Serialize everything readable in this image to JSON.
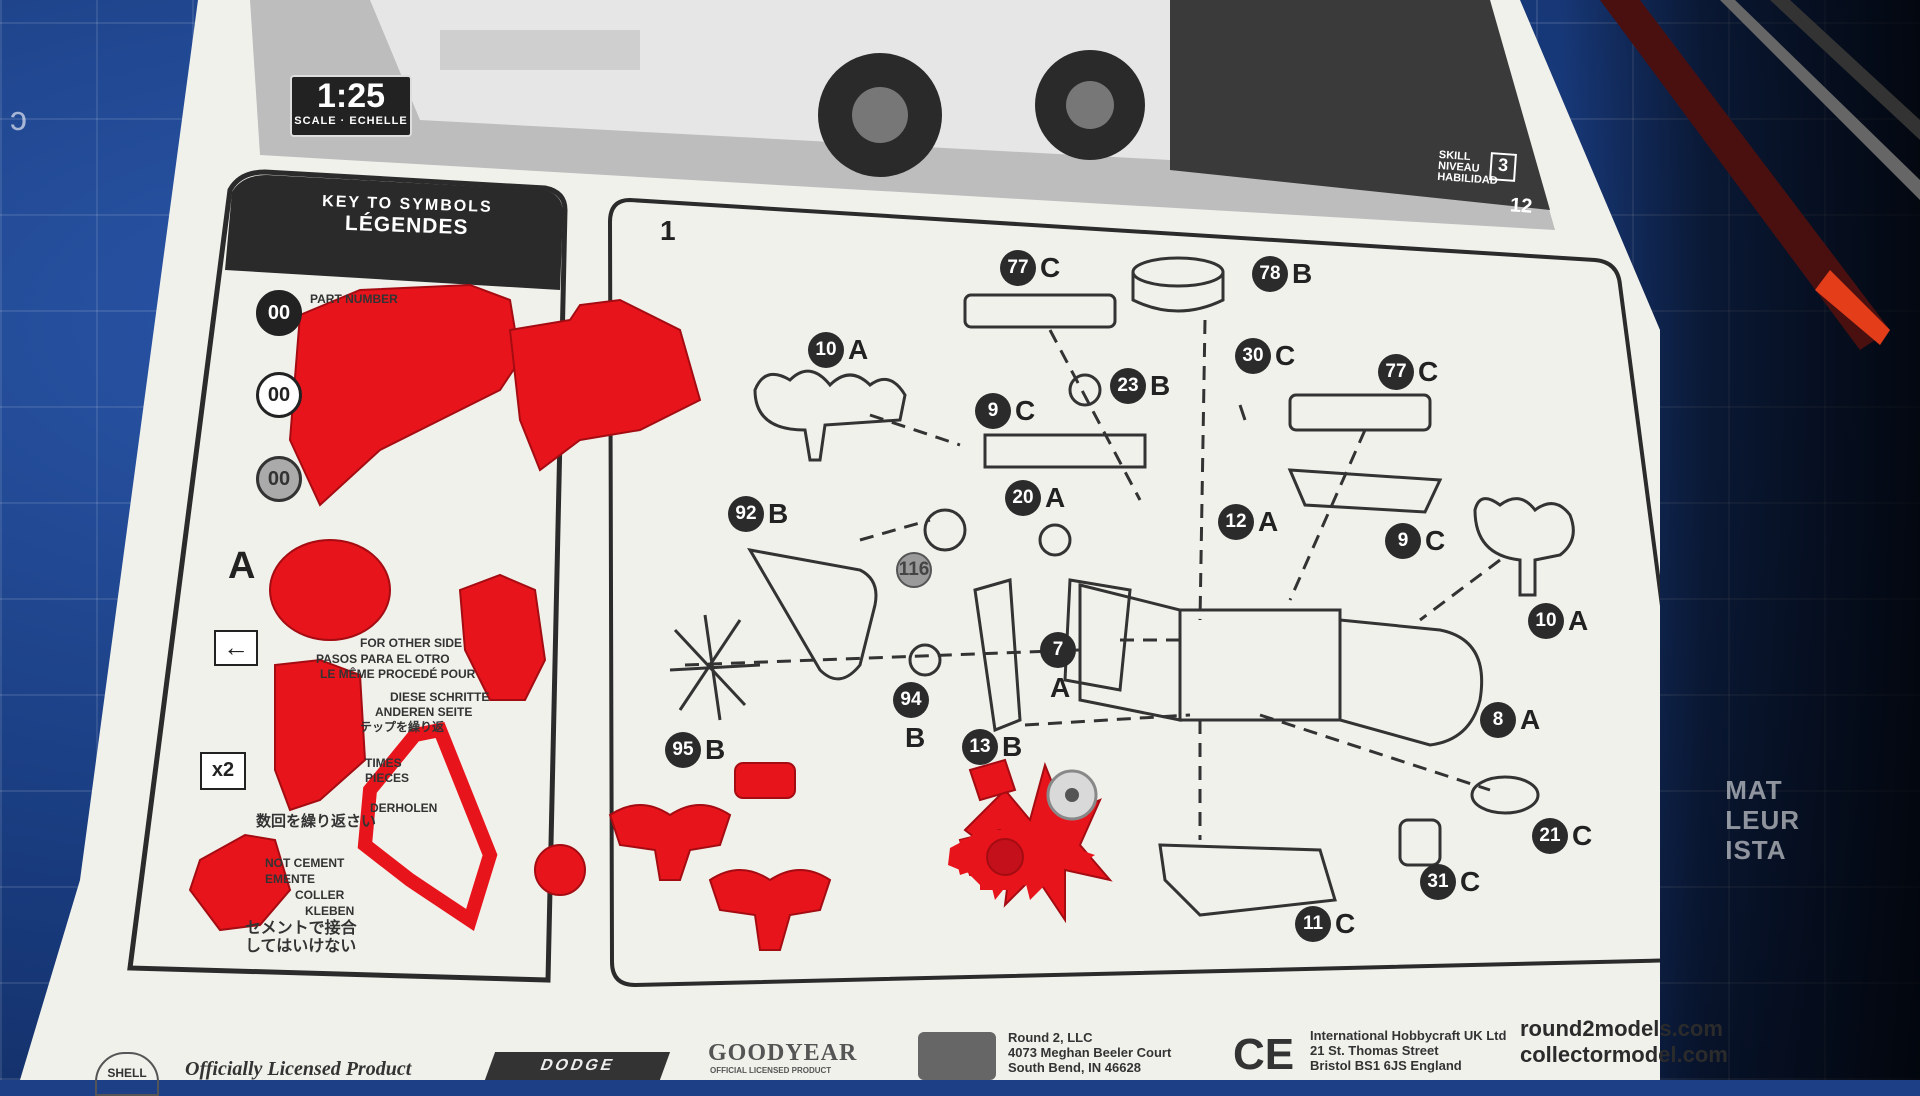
{
  "scale": {
    "ratio": "1:25",
    "label": "SCALE · ECHELLE"
  },
  "skill": {
    "label": "SKILL\nNIVEAU\nHABILIDAD",
    "level": "3",
    "age": "12"
  },
  "key": {
    "title_en": "KEY TO SYMBOLS",
    "title_fr": "LÉGENDES",
    "symbol_part": "00",
    "part_number_text": "PART NUMBER",
    "sheet_letter": "A",
    "other_side_text": "FOR OTHER SIDE",
    "repeat_es": "PASOS PARA EL OTRO",
    "repeat_fr": "LE MÊME PROCEDÉ POUR",
    "repeat_de": "DIESE SCHRITTE",
    "other_side_de": "ANDEREN SEITE",
    "repeat_jp": "テップを繰り返",
    "times_label": "x2",
    "times_text": "TIMES",
    "pieces_text": "PIECES",
    "times_de": "DERHOLEN",
    "times_jp": "数回を繰り返さい",
    "no_cement": "NOT CEMENT",
    "no_cement_es": "EMENTE",
    "no_cement_fr": "COLLER",
    "no_cement_de": "KLEBEN",
    "no_cement_jp": "セメントで接合\nしてはいけない"
  },
  "step": {
    "number": "1"
  },
  "callouts": [
    {
      "num": "77",
      "letter": "C"
    },
    {
      "num": "78",
      "letter": "B"
    },
    {
      "num": "10",
      "letter": "A"
    },
    {
      "num": "23",
      "letter": "B"
    },
    {
      "num": "30",
      "letter": "C"
    },
    {
      "num": "77",
      "letter": "C"
    },
    {
      "num": "9",
      "letter": "C"
    },
    {
      "num": "92",
      "letter": "B"
    },
    {
      "num": "20",
      "letter": "A"
    },
    {
      "num": "12",
      "letter": "A"
    },
    {
      "num": "9",
      "letter": "C"
    },
    {
      "num": "116",
      "letter": ""
    },
    {
      "num": "10",
      "letter": "A"
    },
    {
      "num": "7",
      "letter": "A"
    },
    {
      "num": "94",
      "letter": "B"
    },
    {
      "num": "95",
      "letter": "B"
    },
    {
      "num": "13",
      "letter": "B"
    },
    {
      "num": "8",
      "letter": "A"
    },
    {
      "num": "21",
      "letter": "C"
    },
    {
      "num": "31",
      "letter": "C"
    },
    {
      "num": "11",
      "letter": "C"
    }
  ],
  "footer": {
    "licensed": "Officially Licensed Product",
    "dodge": "DODGE",
    "goodyear": "GOODYEAR",
    "goodyear_sub": "OFFICIAL LICENSED PRODUCT",
    "round2_addr": "Round 2, LLC\n4073 Meghan Beeler Court\nSouth Bend, IN 46628",
    "ce": "CE",
    "uk_addr": "International Hobbycraft UK Ltd\n21 St. Thomas Street\nBristol BS1 6JS England",
    "url1": "round2models.com",
    "url2": "collectormodel.com",
    "shell": "SHELL"
  },
  "mat_text": "MAT\nLEUR\nISTA",
  "colors": {
    "mat": "#1c3f86",
    "paper": "#f2f2ee",
    "plastic": "#e8141c",
    "ink": "#222222"
  }
}
